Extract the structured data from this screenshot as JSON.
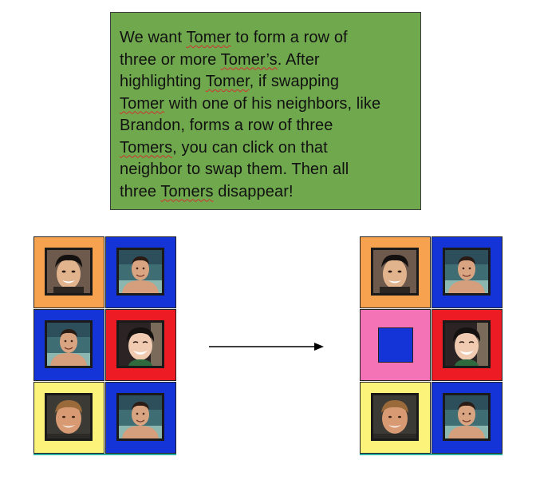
{
  "instruction": {
    "segments": [
      {
        "t": "We want ",
        "sq": false
      },
      {
        "t": "Tomer",
        "sq": true
      },
      {
        "t": " to form a row of ",
        "sq": false
      },
      {
        "br": true
      },
      {
        "t": "three or more ",
        "sq": false
      },
      {
        "t": "Tomer’s",
        "sq": true
      },
      {
        "t": ". After ",
        "sq": false
      },
      {
        "br": true
      },
      {
        "t": "highlighting ",
        "sq": false
      },
      {
        "t": "Tomer",
        "sq": true
      },
      {
        "t": ", if swapping ",
        "sq": false
      },
      {
        "br": true
      },
      {
        "t": "Tomer",
        "sq": true
      },
      {
        "t": " with one of his neighbors, like ",
        "sq": false
      },
      {
        "br": true
      },
      {
        "t": "Brandon, forms a row of three ",
        "sq": false
      },
      {
        "br": true
      },
      {
        "t": "Tomers",
        "sq": true
      },
      {
        "t": ", you can click on that ",
        "sq": false
      },
      {
        "br": true
      },
      {
        "t": "neighbor to swap them. Then all ",
        "sq": false
      },
      {
        "br": true
      },
      {
        "t": "three ",
        "sq": false
      },
      {
        "t": "Tomers",
        "sq": true
      },
      {
        "t": " disappear!",
        "sq": false
      }
    ]
  },
  "colors": {
    "orange": "#f6a24f",
    "blue": "#1534d8",
    "red": "#ed1c24",
    "yellow": "#fbf37a",
    "pink": "#f472b6",
    "note_bg": "#70a84e",
    "teal_edge": "#2bb0a8"
  },
  "boards": {
    "before": [
      [
        {
          "bg": "orange",
          "face": "asian-man"
        },
        {
          "bg": "blue",
          "face": "shirtless-man"
        }
      ],
      [
        {
          "bg": "blue",
          "face": "shirtless-man"
        },
        {
          "bg": "red",
          "face": "smiling-man"
        }
      ],
      [
        {
          "bg": "yellow",
          "face": "blond-man"
        },
        {
          "bg": "blue",
          "face": "shirtless-man"
        }
      ]
    ],
    "after": [
      [
        {
          "bg": "orange",
          "face": "asian-man"
        },
        {
          "bg": "blue",
          "face": "shirtless-man"
        }
      ],
      [
        {
          "bg": "pink",
          "face": "empty"
        },
        {
          "bg": "red",
          "face": "smiling-man"
        }
      ],
      [
        {
          "bg": "yellow",
          "face": "blond-man"
        },
        {
          "bg": "blue",
          "face": "shirtless-man"
        }
      ]
    ]
  },
  "transition": {
    "icon": "right-arrow-icon"
  }
}
